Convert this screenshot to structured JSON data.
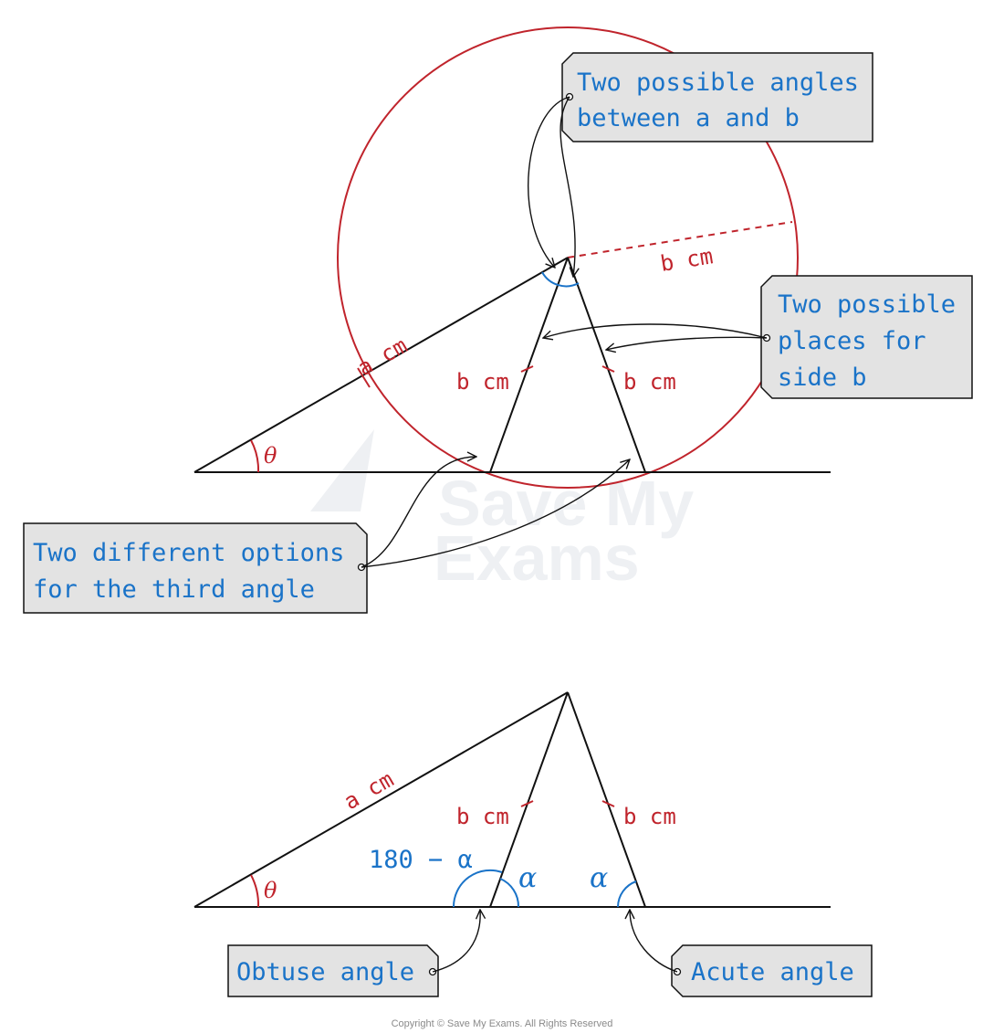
{
  "colors": {
    "red": "#c0242c",
    "blue": "#1a73c8",
    "callout_fill": "#e3e3e3",
    "line": "#111111"
  },
  "watermark": {
    "line1": "Save My",
    "line2": "Exams"
  },
  "top_diagram": {
    "label_a": "a cm",
    "label_b_dashed": "b cm",
    "label_b_left": "b cm",
    "label_b_right": "b cm",
    "label_theta": "θ",
    "callout_angles": {
      "line1": "Two possible angles",
      "line2": "between a and b"
    },
    "callout_places": {
      "line1": "Two possible",
      "line2": "places for",
      "line3": "side b"
    },
    "callout_third": {
      "line1": "Two different options",
      "line2": "for the third angle"
    }
  },
  "bottom_diagram": {
    "label_a": "a cm",
    "label_b_left": "b cm",
    "label_b_right": "b cm",
    "label_theta": "θ",
    "label_obtuse_value": "180 − α",
    "label_alpha_left": "α",
    "label_alpha_right": "α",
    "callout_obtuse": "Obtuse angle",
    "callout_acute": "Acute angle"
  },
  "copyright": "Copyright © Save My Exams. All Rights Reserved"
}
